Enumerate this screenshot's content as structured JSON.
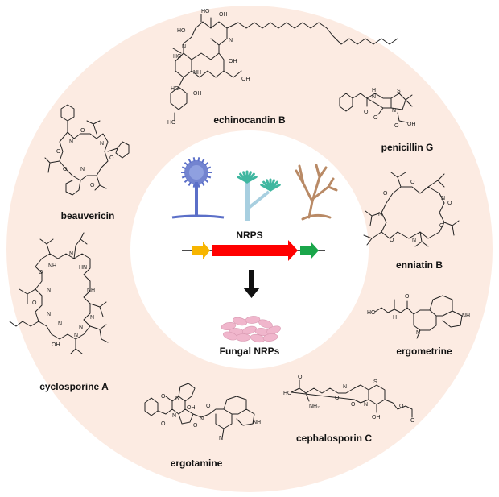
{
  "figure": {
    "title": "Fungal nonribosomal peptides (NRPs)",
    "colors": {
      "ring_fill": "#fcebe2",
      "center_fill": "#ffffff",
      "gene_upstream": "#f7b500",
      "gene_nrps": "#ff0000",
      "gene_downstream": "#1aa64a",
      "gene_line": "#111111",
      "down_arrow": "#111111",
      "pill_color": "#f0b6cc",
      "fungus_1": "#5b6fc8",
      "fungus_2_stalk": "#a8cfe0",
      "fungus_2_head": "#3fb7a0",
      "fungus_3": "#b98a66"
    },
    "center": {
      "fungi_icons": [
        "aspergillus-icon",
        "penicillium-icon",
        "branched-mycelium-icon"
      ],
      "gene_cluster_label": "NRPS",
      "gene_cluster": [
        {
          "name": "upstream-gene",
          "color_key": "gene_upstream"
        },
        {
          "name": "nrps-gene",
          "color_key": "gene_nrps"
        },
        {
          "name": "downstream-gene",
          "color_key": "gene_downstream"
        }
      ],
      "product_label": "Fungal NRPs"
    },
    "compounds": [
      {
        "id": "echinocandin-b",
        "label": "echinocandin B",
        "position": "top"
      },
      {
        "id": "penicillin-g",
        "label": "penicillin G",
        "position": "top-right"
      },
      {
        "id": "enniatin-b",
        "label": "enniatin B",
        "position": "right"
      },
      {
        "id": "ergometrine",
        "label": "ergometrine",
        "position": "lower-right"
      },
      {
        "id": "cephalosporin-c",
        "label": "cephalosporin C",
        "position": "bottom-right"
      },
      {
        "id": "ergotamine",
        "label": "ergotamine",
        "position": "bottom"
      },
      {
        "id": "cyclosporine-a",
        "label": "cyclosporine A",
        "position": "left"
      },
      {
        "id": "beauvericin",
        "label": "beauvericin",
        "position": "top-left"
      }
    ]
  }
}
